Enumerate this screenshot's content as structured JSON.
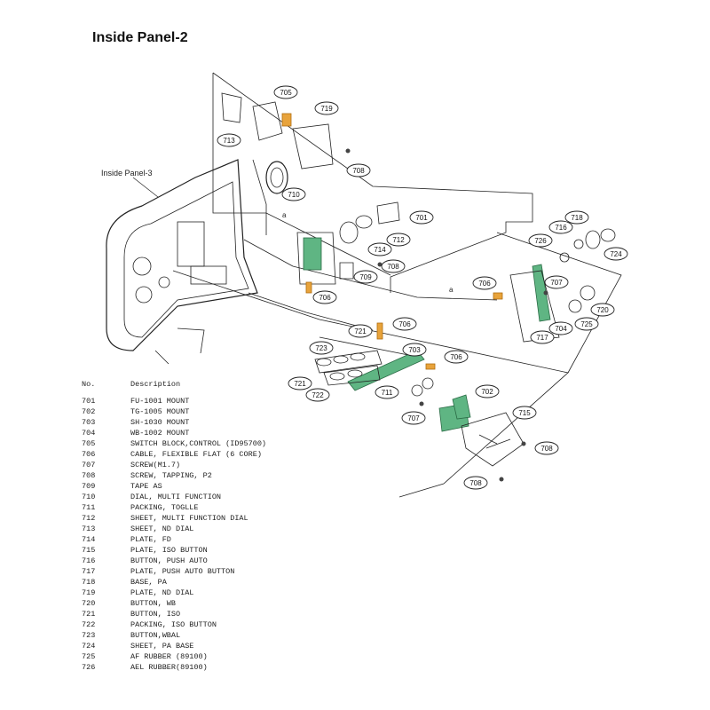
{
  "title": "Inside Panel-2",
  "ref_label": "Inside Panel-3",
  "connector_label": "a",
  "callouts": [
    {
      "n": "705"
    },
    {
      "n": "719"
    },
    {
      "n": "713"
    },
    {
      "n": "708"
    },
    {
      "n": "710"
    },
    {
      "n": "701"
    },
    {
      "n": "714"
    },
    {
      "n": "712"
    },
    {
      "n": "708"
    },
    {
      "n": "709"
    },
    {
      "n": "706"
    },
    {
      "n": "718"
    },
    {
      "n": "716"
    },
    {
      "n": "726"
    },
    {
      "n": "724"
    },
    {
      "n": "706"
    },
    {
      "n": "707"
    },
    {
      "n": "720"
    },
    {
      "n": "725"
    },
    {
      "n": "704"
    },
    {
      "n": "717"
    },
    {
      "n": "706"
    },
    {
      "n": "721"
    },
    {
      "n": "723"
    },
    {
      "n": "703"
    },
    {
      "n": "706"
    },
    {
      "n": "721"
    },
    {
      "n": "722"
    },
    {
      "n": "711"
    },
    {
      "n": "702"
    },
    {
      "n": "707"
    },
    {
      "n": "715"
    },
    {
      "n": "708"
    },
    {
      "n": "708"
    }
  ],
  "parts_header": {
    "no": "No.",
    "description": "Description"
  },
  "parts": [
    {
      "no": "701",
      "desc": "FU-1001 MOUNT"
    },
    {
      "no": "702",
      "desc": "TG-1005 MOUNT"
    },
    {
      "no": "703",
      "desc": "SH-1030 MOUNT"
    },
    {
      "no": "704",
      "desc": "WB-1002 MOUNT"
    },
    {
      "no": "705",
      "desc": "SWITCH BLOCK,CONTROL (ID95700)"
    },
    {
      "no": "706",
      "desc": "CABLE, FLEXIBLE FLAT (6 CORE)"
    },
    {
      "no": "707",
      "desc": "SCREW(M1.7)"
    },
    {
      "no": "708",
      "desc": "SCREW, TAPPING, P2"
    },
    {
      "no": "709",
      "desc": "TAPE AS"
    },
    {
      "no": "710",
      "desc": "DIAL, MULTI FUNCTION"
    },
    {
      "no": "711",
      "desc": "PACKING, TOGLLE"
    },
    {
      "no": "712",
      "desc": "SHEET, MULTI FUNCTION DIAL"
    },
    {
      "no": "713",
      "desc": "SHEET, ND DIAL"
    },
    {
      "no": "714",
      "desc": "PLATE, FD"
    },
    {
      "no": "715",
      "desc": "PLATE, ISO BUTTON"
    },
    {
      "no": "716",
      "desc": "BUTTON, PUSH AUTO"
    },
    {
      "no": "717",
      "desc": "PLATE, PUSH AUTO BUTTON"
    },
    {
      "no": "718",
      "desc": "BASE, PA"
    },
    {
      "no": "719",
      "desc": "PLATE, ND DIAL"
    },
    {
      "no": "720",
      "desc": "BUTTON, WB"
    },
    {
      "no": "721",
      "desc": "BUTTON, ISO"
    },
    {
      "no": "722",
      "desc": "PACKING, ISO BUTTON"
    },
    {
      "no": "723",
      "desc": "BUTTON,WBAL"
    },
    {
      "no": "724",
      "desc": "SHEET, PA BASE"
    },
    {
      "no": "725",
      "desc": "AF RUBBER (89100)"
    },
    {
      "no": "726",
      "desc": "AEL RUBBER(89100)"
    }
  ],
  "colors": {
    "pcb": "#5fb583",
    "flex": "#e8a33b",
    "line": "#222222"
  }
}
